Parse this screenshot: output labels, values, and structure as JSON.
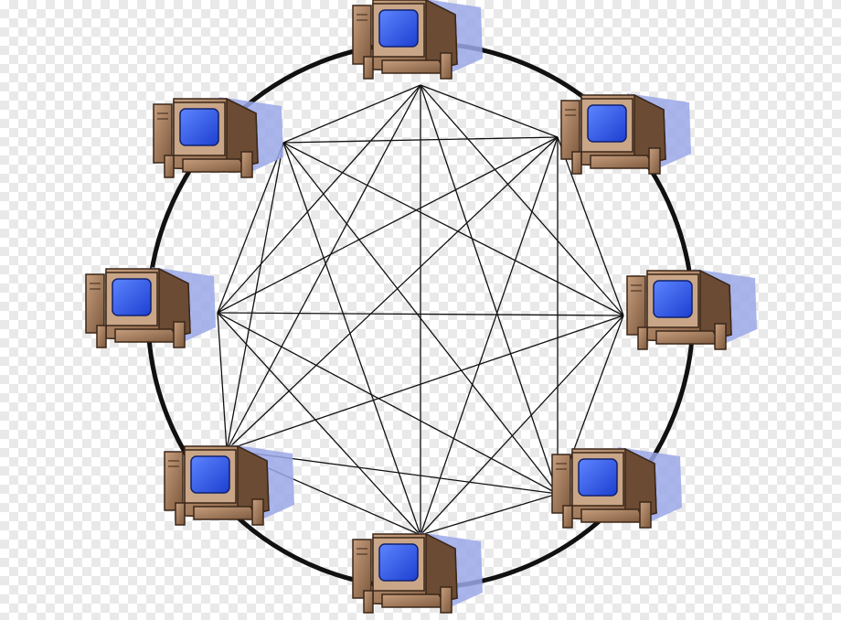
{
  "diagram": {
    "type": "mesh-network-topology",
    "node_count": 8,
    "node_icon": "desktop-computer-icon",
    "connection_style": "full-mesh",
    "ring": true,
    "colors": {
      "ring": "#111111",
      "links": "#111111",
      "computer_body": "#a67c5b",
      "computer_shadow": "#6b4b34",
      "screen": "#2d55e8",
      "screen_highlight": "#5d85ff",
      "drop_shadow": "#9aa8e8"
    }
  }
}
